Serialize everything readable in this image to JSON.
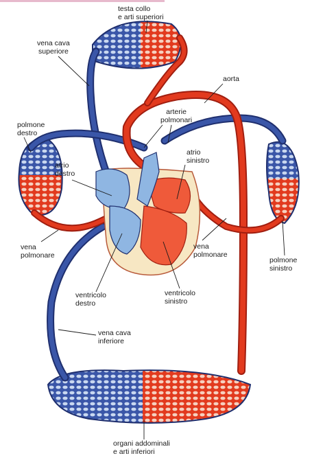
{
  "colors": {
    "venous_blue": "#3a56a8",
    "venous_dark": "#1f2f6e",
    "arterial_red": "#e23a1e",
    "arterial_dark": "#a01e10",
    "heart_fill": "#f7e7c3",
    "heart_red": "#ef5a3a",
    "heart_blue": "#8fb6e2",
    "mesh_light": "#f6d0bf",
    "top_bar": "#e7b9cc"
  },
  "labels": {
    "testa_collo": "testa collo\ne arti superiori",
    "vena_cava_superiore": "vena cava\nsuperiore",
    "aorta": "aorta",
    "arterie_polmonari": "arterie\npolmonari",
    "polmone_destro": "polmone\ndestro",
    "atrio_sinistro": "atrio\nsinistro",
    "atrio_destro": "atrio\ndestro",
    "vena_polmonare_sx": "vena\npolmonare",
    "vena_polmonare_dx": "vena\npolmonare",
    "polmone_sinistro": "polmone\nsinistro",
    "ventricolo_destro": "ventricolo\ndestro",
    "ventricolo_sinistro": "ventricolo\nsinistro",
    "vena_cava_inferiore": "vena cava\ninferiore",
    "organi_addominali": "organi addominali\ne arti inferiori"
  }
}
